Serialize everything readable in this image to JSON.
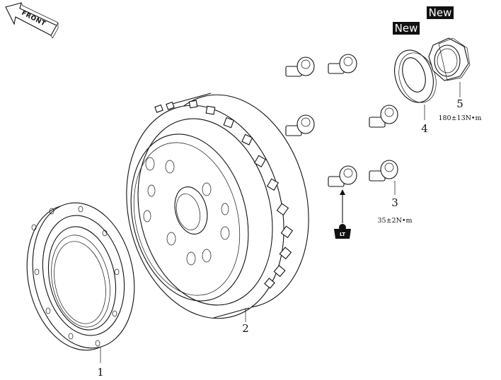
{
  "front_arrow": {
    "label": "FRONT"
  },
  "badges": {
    "nut_new": "New",
    "washer_new": "New"
  },
  "parts": [
    {
      "number": "1"
    },
    {
      "number": "2"
    },
    {
      "number": "3",
      "torque": "35±2N•m"
    },
    {
      "number": "4"
    },
    {
      "number": "5",
      "torque": "180±13N•m"
    }
  ],
  "lt_symbol": {
    "label": "LT"
  },
  "colors": {
    "line": "#111111",
    "badge_bg": "#111111",
    "badge_text": "#ffffff"
  }
}
